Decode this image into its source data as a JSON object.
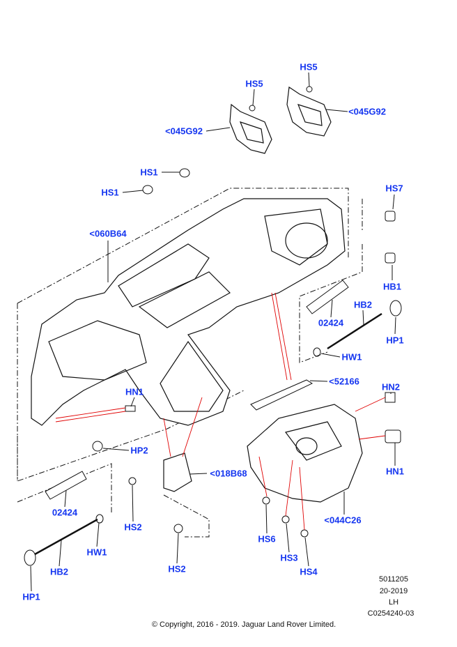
{
  "callouts": {
    "hs5_top": "HS5",
    "g92_right": "<045G92",
    "hs5_left": "HS5",
    "g92_left": "<045G92",
    "hs1_a": "HS1",
    "hs1_b": "HS1",
    "b64": "<060B64",
    "hs7": "HS7",
    "hb1": "HB1",
    "hb2_right": "HB2",
    "p02424_right": "02424",
    "hp1_right": "HP1",
    "hw1_right": "HW1",
    "p52166": "<52166",
    "hn1_left": "HN1",
    "hn2": "HN2",
    "hn1_right": "HN1",
    "hp2": "HP2",
    "b68": "<018B68",
    "p02424_left": "02424",
    "hs2_a": "HS2",
    "hw1_left": "HW1",
    "hs6": "HS6",
    "c26": "<044C26",
    "hs3": "HS3",
    "hs4": "HS4",
    "hs2_b": "HS2",
    "hb2_left": "HB2",
    "hp1_left": "HP1"
  },
  "info": {
    "number": "5011205",
    "date": "20-2019",
    "side": "LH",
    "ref": "C0254240-03"
  },
  "copyright": "© Copyright, 2016 - 2019. Jaguar Land Rover Limited.",
  "colors": {
    "callout": "#1536f0",
    "leader_red": "#e00000"
  }
}
